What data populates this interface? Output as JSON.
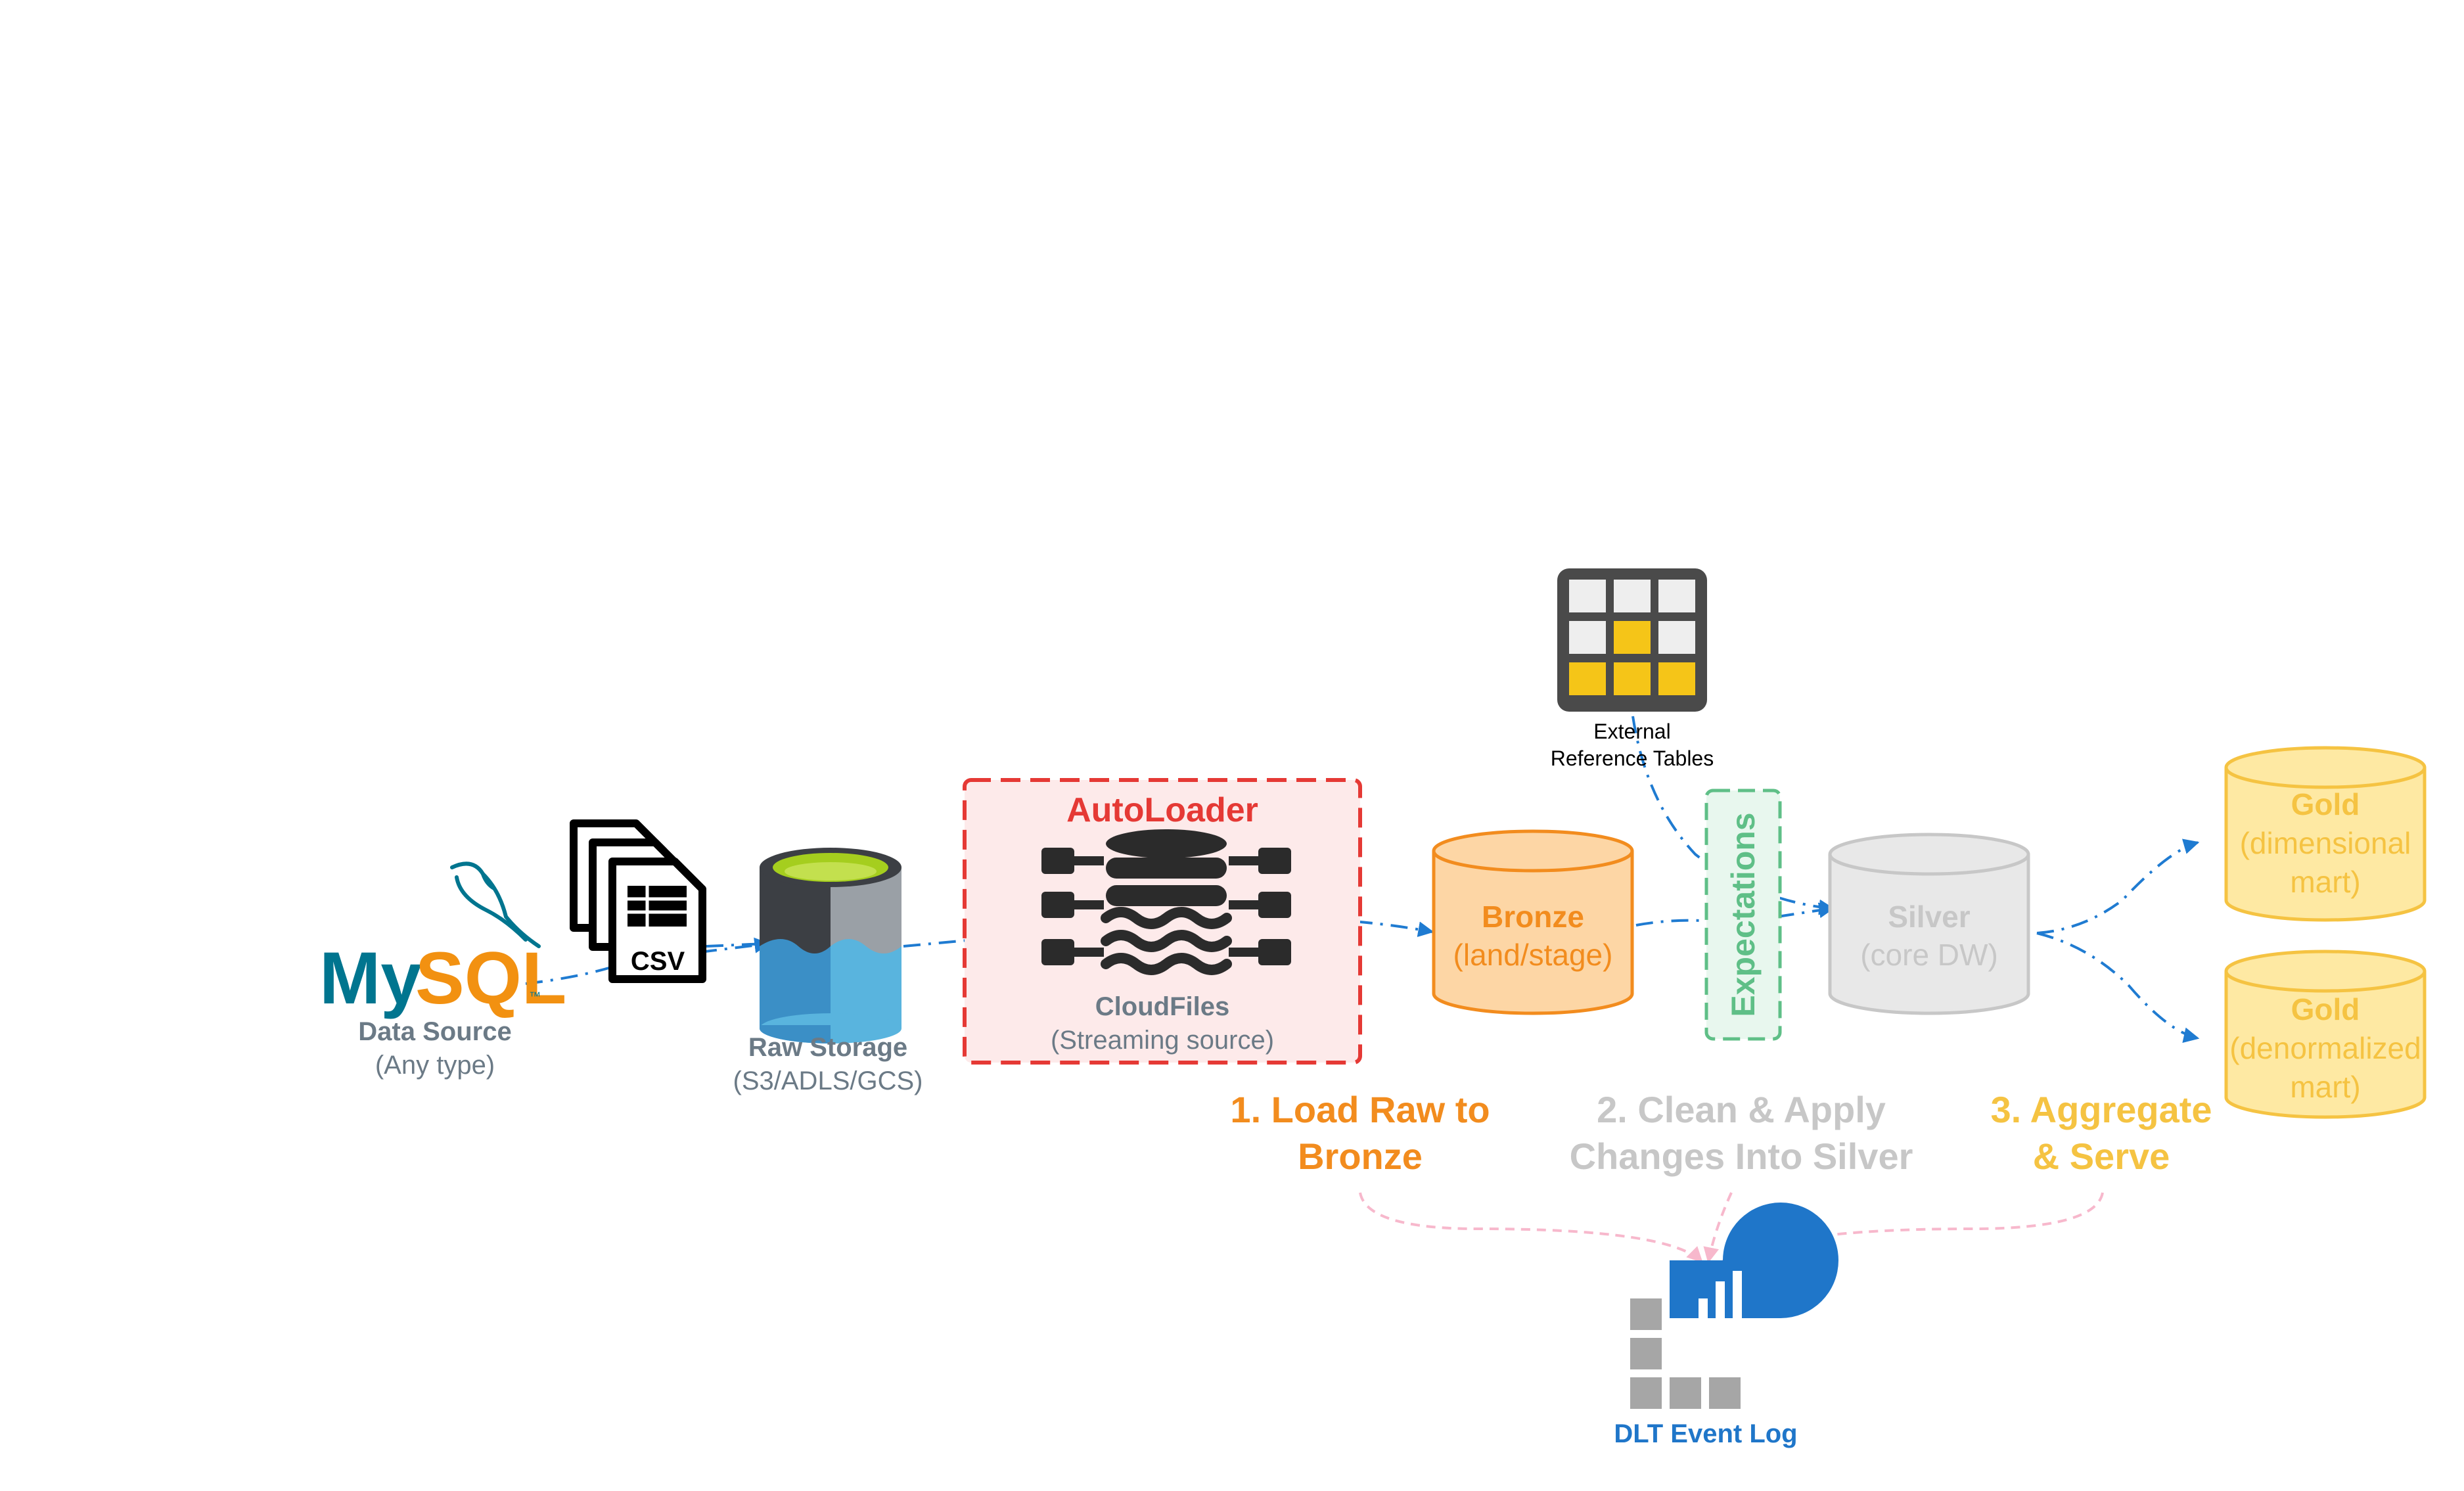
{
  "source": {
    "logo_text": "MySQL",
    "logo_sql_part": "SQL",
    "logo_my_part": "My",
    "title": "Data Source",
    "subtitle": "(Any type)",
    "icon": "mysql-dolphin-logo"
  },
  "files": {
    "badge": "CSV",
    "icon": "csv-files-icon"
  },
  "raw_storage": {
    "title": "Raw Storage",
    "subtitle": "(S3/ADLS/GCS)",
    "icon": "azure-storage-cylinder-icon"
  },
  "autoloader": {
    "title": "AutoLoader",
    "engine_title": "CloudFiles",
    "engine_subtitle": "(Streaming source)",
    "icon": "cloudfiles-database-icon"
  },
  "reference": {
    "line1": "External",
    "line2": "Reference Tables",
    "icon": "table-grid-icon"
  },
  "bronze": {
    "line1": "Bronze",
    "line2": "(land/stage)"
  },
  "expectations": {
    "label": "Expectations"
  },
  "silver": {
    "line1": "Silver",
    "line2": "(core DW)"
  },
  "gold_top": {
    "line1": "Gold",
    "line2": "(dimensional",
    "line3": "mart)"
  },
  "gold_bottom": {
    "line1": "Gold",
    "line2": "(denormalized",
    "line3": "mart)"
  },
  "steps": {
    "step1_line1": "1. Load Raw to",
    "step1_line2": "Bronze",
    "step2_line1": "2. Clean & Apply",
    "step2_line2": "Changes Into Silver",
    "step3_line1": "3. Aggregate",
    "step3_line2": "& Serve"
  },
  "event_log": {
    "title": "DLT Event Log",
    "icon": "dlt-event-log-chart-icon"
  },
  "colors": {
    "flow_arrow": "#1f7bd1",
    "log_arrow": "#f7b8cc",
    "autoloader_red": "#e53935",
    "autoloader_fill": "#fdeaea",
    "bronze_orange": "#f28c1e",
    "bronze_fill": "#fdd6a5",
    "silver_text": "#c7c7c7",
    "silver_fill": "#e8e8e8",
    "gold_text": "#f5c342",
    "gold_fill": "#fee9a3",
    "expectations_green": "#5fbf87",
    "grey_text": "#6b7a86",
    "dlt_blue": "#1f76c9",
    "mysql_teal": "#00758f",
    "mysql_orange": "#f29111"
  }
}
